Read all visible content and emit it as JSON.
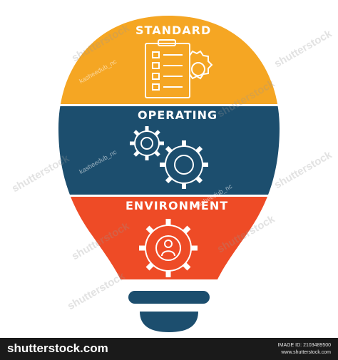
{
  "diagram": {
    "segments": [
      {
        "label": "STANDARD",
        "color": "#F5A623",
        "icon": "checklist-gear-icon"
      },
      {
        "label": "OPERATING",
        "color": "#1C4E6E",
        "icon": "gears-icon"
      },
      {
        "label": "ENVIRONMENT",
        "color": "#EE4B26",
        "icon": "person-gear-icon"
      }
    ],
    "base_color": "#1C4E6E"
  },
  "watermarks": {
    "text": "shutterstock",
    "artist": "kasheedub_nc"
  },
  "footer": {
    "brand": "shutterstock.com",
    "image_id_label": "IMAGE ID: 2103489500",
    "site": "www.shutterstock.com"
  }
}
